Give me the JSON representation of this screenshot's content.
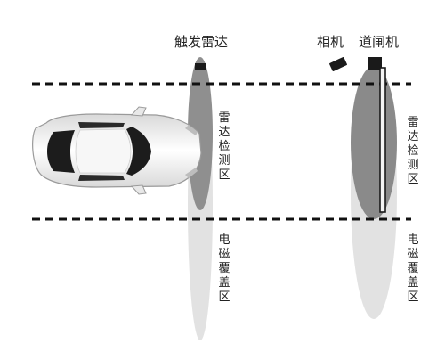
{
  "labels": {
    "trigger_radar": "触发雷达",
    "camera": "相机",
    "barrier_gate": "道闸机"
  },
  "zones": {
    "radar_detection_zone": "雷达检测区",
    "em_coverage_zone": "电磁覆盖区"
  },
  "colors": {
    "lane_line": "#111111",
    "detection_fill_dark": "#8c8c8c",
    "coverage_fill_light": "#dedede",
    "gate_arm": "#1a1a1a",
    "car_body": "#f2f2f2",
    "car_glass": "#1c1c1c"
  },
  "icons": [
    "radar-sensor-icon",
    "camera-icon",
    "barrier-gate-icon",
    "car-icon"
  ]
}
